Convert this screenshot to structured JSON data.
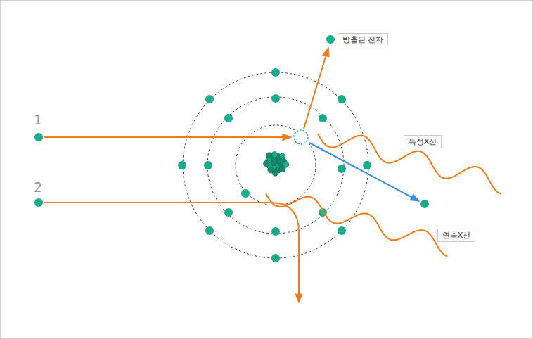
{
  "diagram": {
    "nodes": [
      {
        "text": [
          "방출된 전자"
        ]
      },
      {
        "text": [
          "특정X선"
        ]
      },
      {
        "text": [
          "연속X선"
        ]
      }
    ],
    "labels": [
      "1",
      "2"
    ]
  }
}
